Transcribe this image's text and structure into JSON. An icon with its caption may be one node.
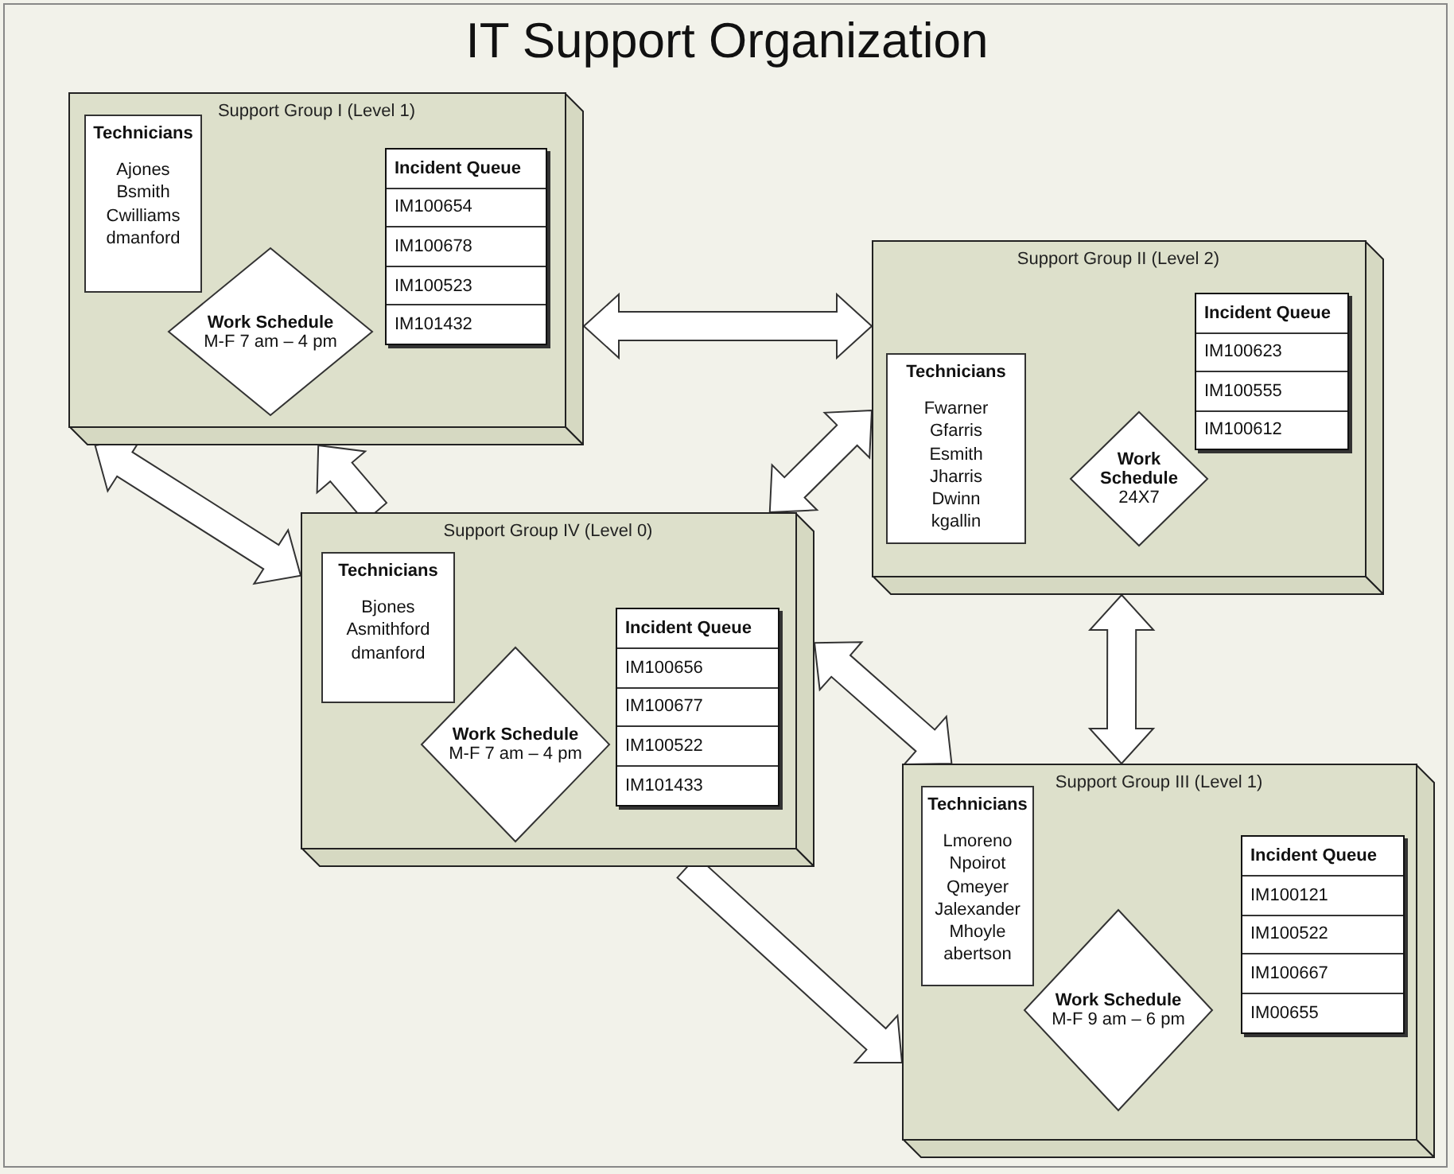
{
  "diagram": {
    "title": "IT Support Organization",
    "nodes": [
      {
        "text": [
          "Support Group I (Level 1)"
        ]
      },
      {
        "text": [
          "Technicians",
          "Ajones Bsmith Cwilliams dmanford"
        ],
        "in": 0
      },
      {
        "text": [
          "Work Schedule",
          "M-F 7 am – 4 pm"
        ],
        "in": 0
      },
      {
        "text": [
          "Incident Queue",
          "IM100654",
          "IM100678",
          "IM100523",
          "IM101432"
        ],
        "in": 0
      },
      {
        "text": [
          "Support Group II (Level 2)"
        ]
      },
      {
        "text": [
          "Technicians",
          "Fwarner Gfarris Esmith Jharris Dwinn kgallin"
        ],
        "in": 4
      },
      {
        "text": [
          "Work Schedule",
          "24X7"
        ],
        "in": 4
      },
      {
        "text": [
          "Incident Queue",
          "IM100623",
          "IM100555",
          "IM100612"
        ],
        "in": 4
      },
      {
        "text": [
          "Support Group IV (Level 0)"
        ]
      },
      {
        "text": [
          "Technicians",
          "Bjones Asmithford dmanford"
        ],
        "in": 8
      },
      {
        "text": [
          "Work Schedule",
          "M-F 7 am – 4 pm"
        ],
        "in": 8
      },
      {
        "text": [
          "Incident Queue",
          "IM100656",
          "IM100677",
          "IM100522",
          "IM101433"
        ],
        "in": 8
      },
      {
        "text": [
          "Support Group III (Level 1)"
        ]
      },
      {
        "text": [
          "Technicians",
          "Lmoreno Npoirot Qmeyer Jalexander Mhoyle abertson"
        ],
        "in": 12
      },
      {
        "text": [
          "Work Schedule",
          "M-F 9 am – 6 pm"
        ],
        "in": 12
      },
      {
        "text": [
          "Incident Queue",
          "IM100121",
          "IM100522",
          "IM100667",
          "IM00655"
        ],
        "in": 12
      }
    ],
    "edges": [
      {
        "from": 0,
        "to": 4,
        "arrow": "both"
      },
      {
        "from": 0,
        "to": 8,
        "arrow": "both"
      },
      {
        "from": 8,
        "to": 0,
        "arrow": "to"
      },
      {
        "from": 4,
        "to": 8,
        "arrow": "both"
      },
      {
        "from": 4,
        "to": 12,
        "arrow": "both"
      },
      {
        "from": 8,
        "to": 12,
        "arrow": "both"
      },
      {
        "from": 8,
        "to": 12,
        "arrow": "to"
      }
    ]
  }
}
